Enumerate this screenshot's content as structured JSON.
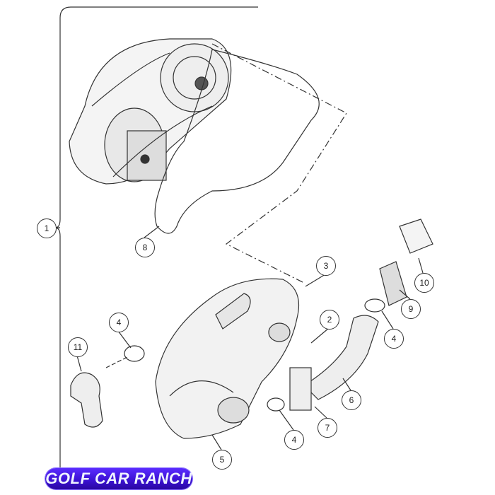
{
  "callouts": {
    "c1": "1",
    "c8": "8",
    "c3": "3",
    "c10": "10",
    "c9": "9",
    "c2": "2",
    "c4a": "4",
    "c4b": "4",
    "c4c": "4",
    "c11": "11",
    "c6": "6",
    "c7": "7",
    "c5": "5"
  },
  "logo": {
    "text": "GOLF CAR RANCH"
  }
}
